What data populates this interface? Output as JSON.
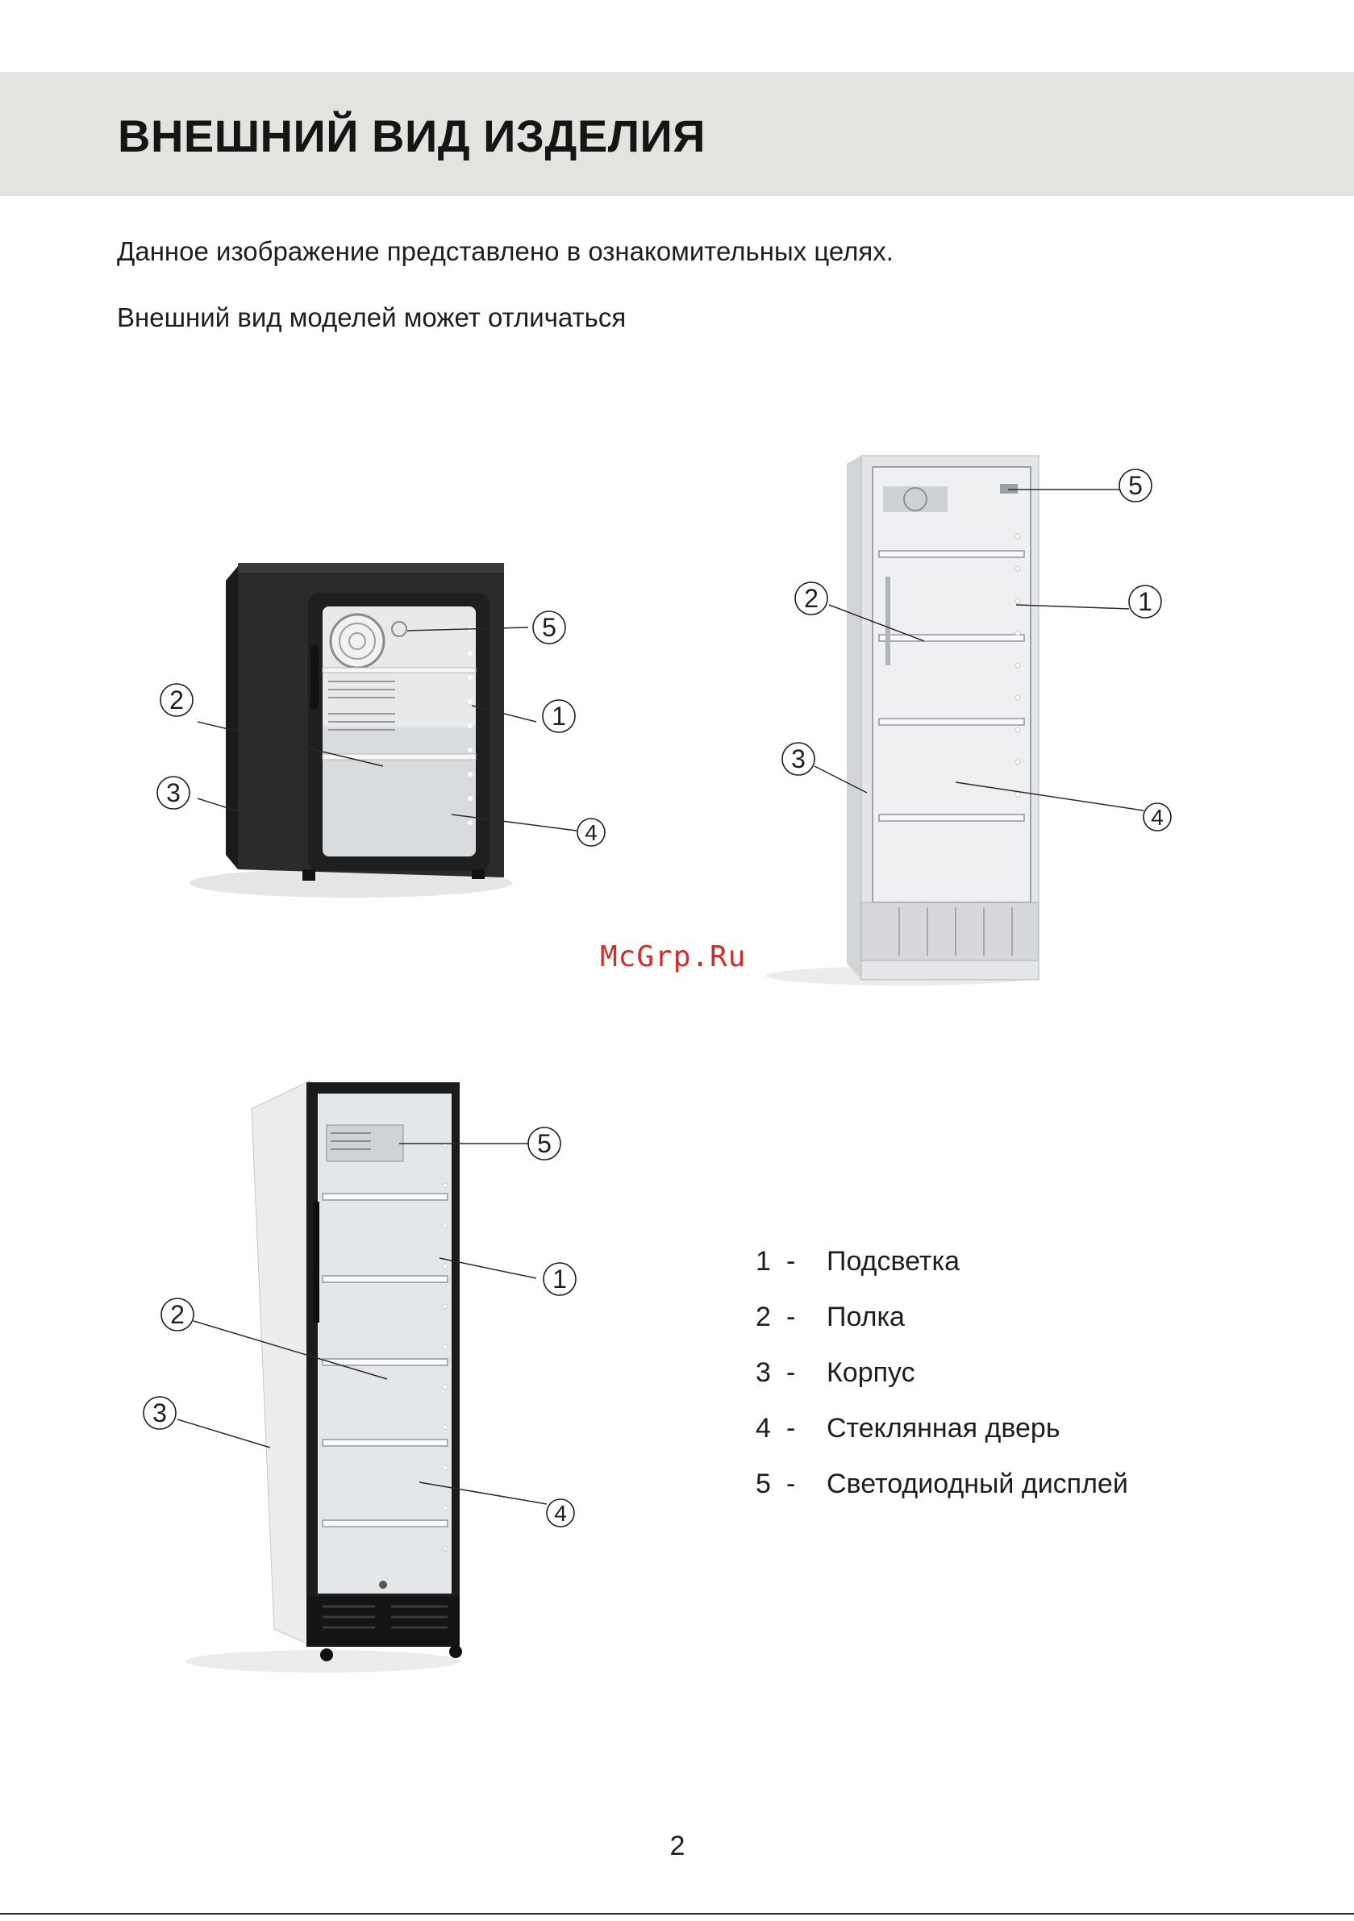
{
  "header": {
    "title": "ВНЕШНИЙ ВИД ИЗДЕЛИЯ"
  },
  "intro": {
    "line1": "Данное изображение представлено в ознакомительных целях.",
    "line2": "Внешний вид моделей может отличаться"
  },
  "figures": {
    "fridge_small": {
      "callouts": [
        "1",
        "2",
        "3",
        "4",
        "5"
      ]
    },
    "fridge_tall_white": {
      "callouts": [
        "1",
        "2",
        "3",
        "4",
        "5"
      ]
    },
    "fridge_tall_black": {
      "callouts": [
        "1",
        "2",
        "3",
        "4",
        "5"
      ]
    }
  },
  "legend": {
    "items": [
      {
        "num": "1",
        "dash": "-",
        "label": "Подсветка"
      },
      {
        "num": "2",
        "dash": "-",
        "label": "Полка"
      },
      {
        "num": "3",
        "dash": "-",
        "label": "Корпус"
      },
      {
        "num": "4",
        "dash": "-",
        "label": "Стеклянная дверь"
      },
      {
        "num": "5",
        "dash": "-",
        "label": "Светодиодный дисплей"
      }
    ]
  },
  "watermark": "McGrp.Ru",
  "page_number": "2",
  "colors": {
    "header_band": "#e3e3df",
    "watermark": "#d42b2b",
    "text": "#1e1e1e"
  }
}
